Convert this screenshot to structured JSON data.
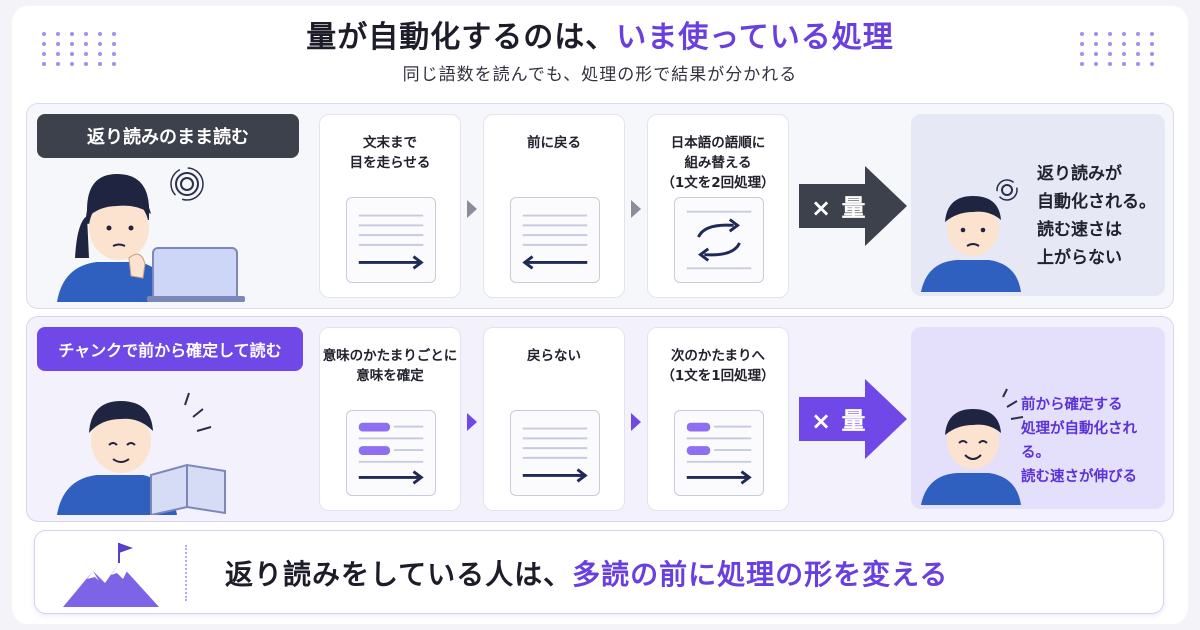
{
  "header": {
    "title_main": "量が自動化するのは、",
    "title_accent": "いま使っている処理",
    "subtitle": "同じ語数を読んでも、処理の形で結果が分かれる"
  },
  "rows": [
    {
      "label": "返り読みのまま読む",
      "steps": [
        "文末まで\n目を走らせる",
        "前に戻る",
        "日本語の語順に\n組み替える\n（1文を2回処理）"
      ],
      "arrow_text": "× 量",
      "result_text": "返り読みが\n自動化される。\n読む速さは\n上がらない"
    },
    {
      "label": "チャンクで前から確定して読む",
      "steps": [
        "意味のかたまりごとに\n意味を確定",
        "戻らない",
        "次のかたまりへ\n（1文を1回処理）"
      ],
      "arrow_text": "× 量",
      "result_text": "前から確定する\n処理が自動化される。\n読む速さが伸びる"
    }
  ],
  "footer": {
    "message_main": "返り読みをしている人は、",
    "message_accent": "多読の前に処理の形を変える"
  },
  "colors": {
    "accent": "#6a3fe0",
    "dark_label": "#3d414c",
    "purple_label": "#7048e8",
    "arrow_dark": "#3d414c",
    "arrow_purple": "#7048e8"
  }
}
